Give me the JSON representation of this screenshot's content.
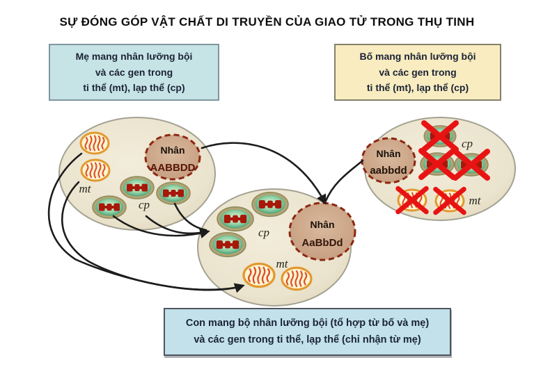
{
  "title": "SỰ ĐÓNG GÓP VẬT CHẤT DI TRUYỀN CỦA GIAO TỬ TRONG THỤ TINH",
  "boxes": {
    "mother": {
      "lines": [
        "Mẹ mang nhân lưỡng bội",
        "và các gen trong",
        "ti thể (mt), lạp thể (cp)"
      ]
    },
    "father": {
      "lines": [
        "Bố mang nhân lưỡng bội",
        "và các gen trong",
        "ti thể (mt), lạp thể (cp)"
      ]
    },
    "child": {
      "lines": [
        "Con mang bộ nhân lưỡng bội (tổ hợp từ bố và mẹ)",
        "và các gen trong ti thể, lạp thể (chỉ nhận từ mẹ)"
      ]
    }
  },
  "cells": {
    "mother_gamete": {
      "nucleus_label": "Nhân",
      "genotype": "AABBDD",
      "genotype_color": "#571507",
      "mt_label": "mt",
      "cp_label": "cp"
    },
    "father_gamete": {
      "nucleus_label": "Nhân",
      "genotype": "aabbdd",
      "genotype_color": "#211209",
      "mt_label": "mt",
      "cp_label": "cp"
    },
    "zygote": {
      "nucleus_label": "Nhân",
      "genotype": "AaBbDd",
      "genotype_color": "#33150a",
      "mt_label": "mt",
      "cp_label": "cp"
    }
  },
  "colors": {
    "mother_box_bg": "#c6e3e6",
    "father_box_bg": "#f8ecc0",
    "child_box_bg": "#c2e1ea",
    "box_text": "#1b2335",
    "cell_fill": "#eae3cd",
    "nucleus_fill": "#cca183",
    "nucleus_border": "#8c2712",
    "chloroplast_green": "#2e8a64",
    "chromosome_red": "#a8180a",
    "mitochondrion_border": "#e2992f",
    "cristae_red": "#dc4f28",
    "cross_red": "#e81414",
    "arrow": "#1c1c1c"
  }
}
